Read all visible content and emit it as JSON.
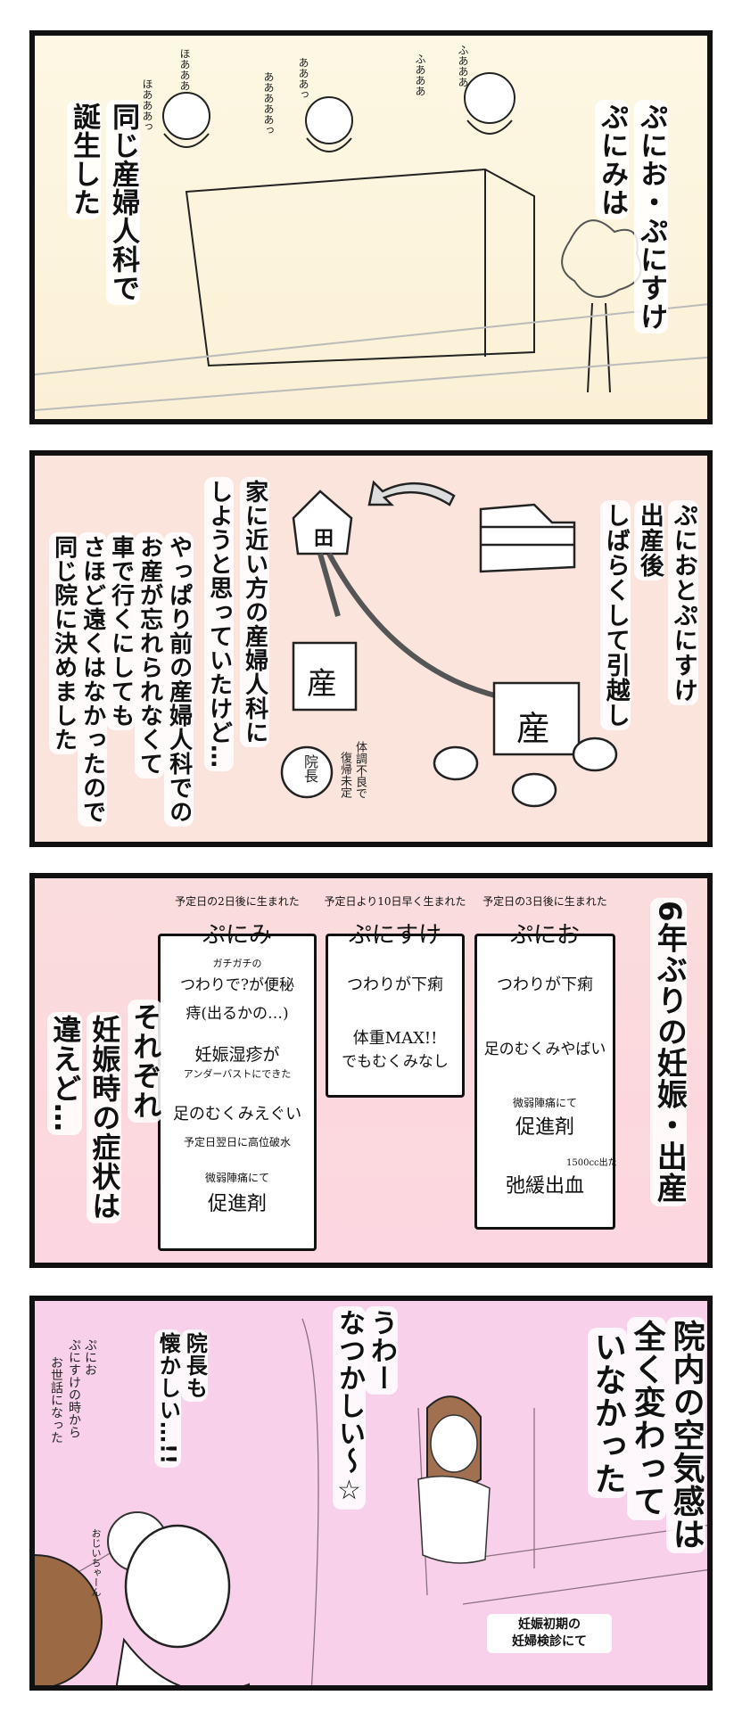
{
  "panel1": {
    "narration": [
      "ぷにお・ぷにすけ",
      "ぷにみは",
      "同じ産婦人科で",
      "誕生した"
    ],
    "cries": [
      "ほあああっ",
      "ほあああ",
      "あああっ",
      "あああああっ",
      "ふあああ",
      "ふあああ"
    ]
  },
  "panel2": {
    "narration_right": [
      "ぷにおとぷにすけ",
      "出産後",
      "しばらくして引越し"
    ],
    "narration_left": [
      "家に近い方の産婦人科に",
      "しようと思っていたけど…",
      "やっぱり前の産婦人科での",
      "お産が忘れられなくて",
      "車で行くにしても",
      "さほど遠くはなかったので",
      "同じ院に決めました"
    ],
    "building_label": "産",
    "clinic_label": "産",
    "house_label": "田",
    "director_label": "院長",
    "director_note": [
      "体調不良で",
      "復帰未定"
    ]
  },
  "panel3": {
    "title": "6年ぶりの妊娠・出産",
    "narration": [
      "それぞれ",
      "妊娠時の症状は",
      "違えど…"
    ],
    "children": [
      {
        "name": "ぷにみ",
        "note": "予定日の2日後に生まれた",
        "items": [
          "ガチガチの",
          "つわりで?が便秘",
          "痔(出るかの…)",
          "妊娠湿疹が",
          "アンダーバストにできた",
          "足のむくみえぐい",
          "予定日翌日に高位破水",
          "微弱陣痛にて",
          "促進剤"
        ]
      },
      {
        "name": "ぷにすけ",
        "note": "予定日より10日早く生まれた",
        "items": [
          "つわりが下痢",
          "体重MAX!!",
          "でもむくみなし"
        ]
      },
      {
        "name": "ぷにお",
        "note": "予定日の3日後に生まれた",
        "items": [
          "つわりが下痢",
          "足のむくみやばい",
          "微弱陣痛にて",
          "促進剤",
          "弛緩出血",
          "1500cc出た"
        ]
      }
    ]
  },
  "panel4": {
    "narration": [
      "院内の空気感は",
      "全く変わって",
      "いなかった"
    ],
    "speech_mother": [
      "うわー",
      "なつかしい〜☆"
    ],
    "speech_director": [
      "院長も",
      "懐かしい…!!"
    ],
    "side_note": [
      "ぷにお",
      "ぷにすけの時から",
      "お世話になった"
    ],
    "child_voice": "おじいちゃーん",
    "caption": [
      "妊娠初期の",
      "妊婦検診にて"
    ]
  }
}
